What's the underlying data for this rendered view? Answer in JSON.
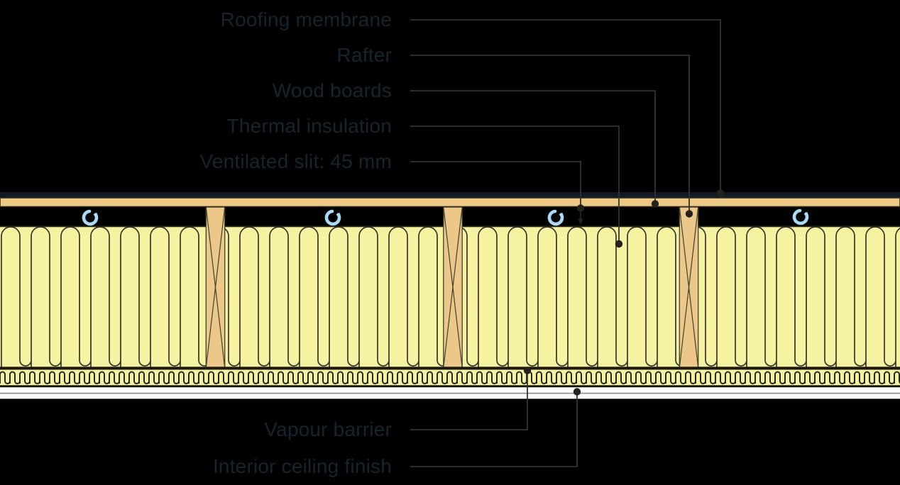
{
  "figure_kind": "roof-construction-cross-section",
  "labels": [
    {
      "id": "roofing-membrane",
      "text": "Roofing membrane"
    },
    {
      "id": "rafter",
      "text": "Rafter"
    },
    {
      "id": "wood-boards",
      "text": "Wood boards"
    },
    {
      "id": "thermal-insulation",
      "text": "Thermal insulation"
    },
    {
      "id": "ventilated-slit",
      "text": "Ventilated slit: 45 mm"
    },
    {
      "id": "vapour-barrier",
      "text": "Vapour barrier"
    },
    {
      "id": "interior-ceiling-finish",
      "text": "Interior ceiling finish"
    }
  ],
  "airflow_symbols": {
    "icon": "circular-airflow-curl",
    "count": 4,
    "color": "#a9dbf5"
  },
  "rafter_count": 3,
  "colors": {
    "background": "#000000",
    "label_text": "#15242f",
    "leader_line": "#323232",
    "leader_dot": "#27211b",
    "roofing_membrane": "#111a24",
    "wood": "#ecca86",
    "rafter_wood": "#ebc88a",
    "insulation_yellow": "#f5f2a2",
    "pattern_line": "#35342a",
    "airflow_blue": "#a9dbf5",
    "ceiling_white": "#ffffff",
    "ceiling_joint_line": "#8d9094"
  }
}
